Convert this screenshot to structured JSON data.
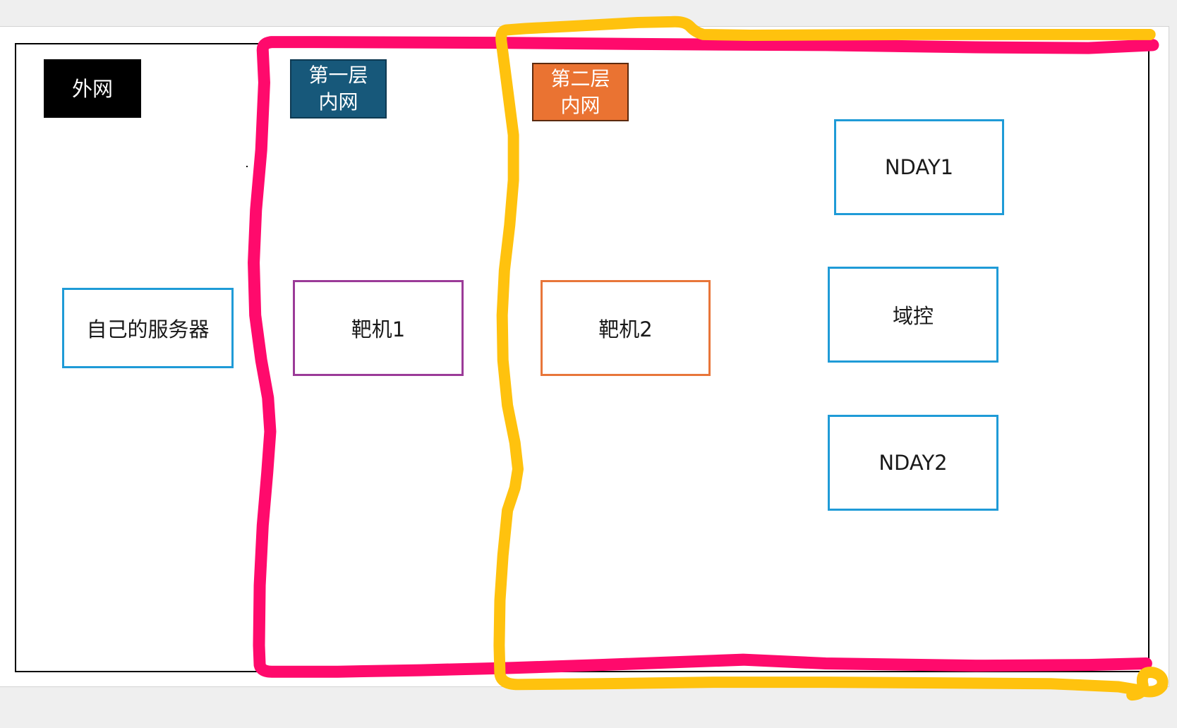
{
  "slide": {
    "zones": {
      "external": {
        "label": "外网"
      },
      "layer1": {
        "lines": [
          "第一层",
          "内网"
        ]
      },
      "layer2": {
        "lines": [
          "第二层",
          "内网"
        ]
      }
    },
    "nodes": {
      "own_server": "自己的服务器",
      "target_1": "靶机1",
      "target_2": "靶机2",
      "nday_1": "NDAY1",
      "domain_controller": "域控",
      "nday_2": "NDAY2"
    }
  },
  "colors": {
    "external_badge_fill": "#000000",
    "layer1_badge_fill": "#17587a",
    "layer2_badge_fill": "#ea7332",
    "server_border": "#1f9bd7",
    "target_1_border": "#9b3b98",
    "target_2_border": "#e8763a",
    "layer2_hosts_border": "#1f9bd7",
    "annotation_pink": "#ff0a6c",
    "annotation_yellow": "#ffc20e"
  }
}
